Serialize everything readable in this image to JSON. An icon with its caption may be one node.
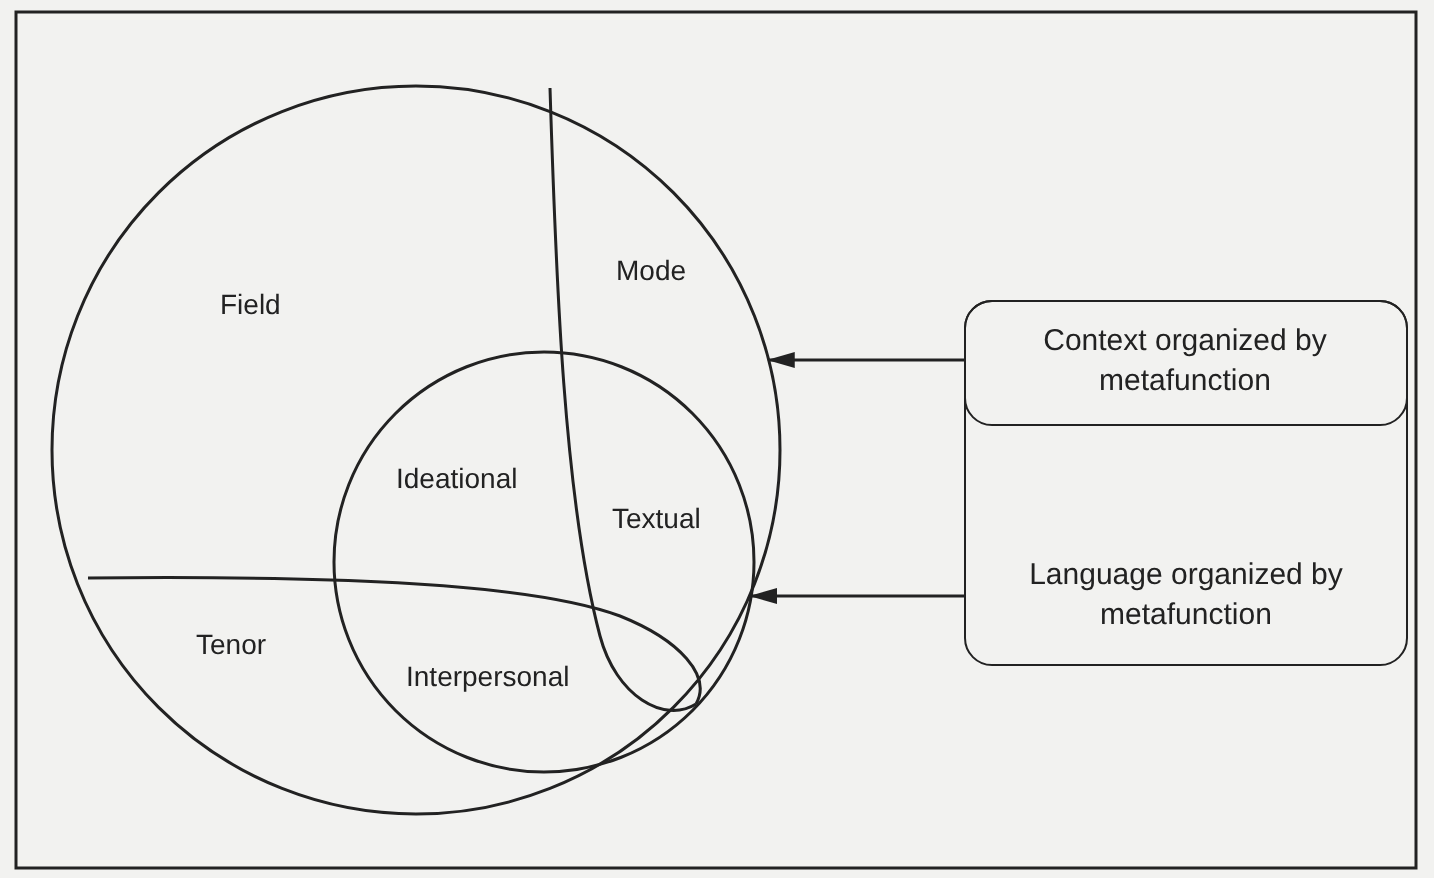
{
  "diagram": {
    "nodes": [
      {
        "text": [],
        "shape": "circle"
      },
      {
        "text": [
          "Field"
        ],
        "in": 0
      },
      {
        "text": [
          "Mode"
        ],
        "in": 0
      },
      {
        "text": [
          "Tenor"
        ],
        "in": 0
      },
      {
        "text": [],
        "shape": "circle",
        "in": 0
      },
      {
        "text": [
          "Ideational"
        ],
        "in": 4
      },
      {
        "text": [
          "Textual"
        ],
        "in": 4
      },
      {
        "text": [
          "Interpersonal"
        ],
        "in": 4
      },
      {
        "text": [
          "Language organized by metafunction"
        ]
      },
      {
        "text": [
          "Context organized by metafunction"
        ],
        "in": 8
      }
    ],
    "edges": [
      {
        "from": 9,
        "to": 0,
        "arrow": "to"
      },
      {
        "from": 8,
        "to": 4,
        "arrow": "to"
      }
    ]
  }
}
